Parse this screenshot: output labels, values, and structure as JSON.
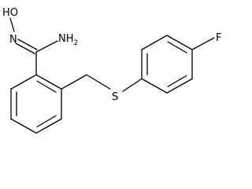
{
  "molecule": {
    "atoms": {
      "hydroxyl": "HO",
      "oxime_n": "N",
      "amine_n": "NH",
      "amine_sub": "2",
      "sulfur": "S",
      "fluorine": "F"
    }
  }
}
